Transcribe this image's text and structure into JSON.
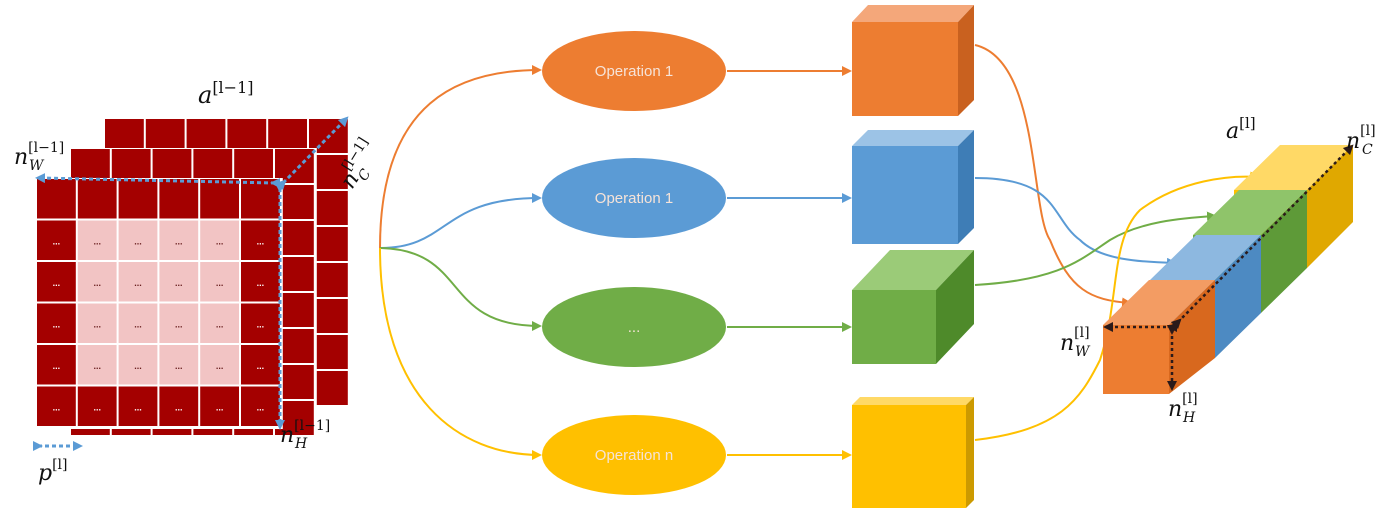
{
  "input": {
    "label_a": "a",
    "label_a_sup": "[l−1]",
    "label_nw": "n",
    "label_nw_sub": "W",
    "label_nw_sup": "[l−1]",
    "label_nh": "n",
    "label_nh_sub": "H",
    "label_nh_sup": "[l−1]",
    "label_nc": "n",
    "label_nc_sub": "C",
    "label_nc_sup": "[l−1]",
    "label_p": "p",
    "label_p_sup": "[l]",
    "cell_text": "..."
  },
  "operations": [
    {
      "label": "Operation 1",
      "color": "#ED7D31"
    },
    {
      "label": "Operation 1",
      "color": "#5B9BD5"
    },
    {
      "label": "...",
      "color": "#70AD47"
    },
    {
      "label": "Operation n",
      "color": "#FFC000"
    }
  ],
  "output": {
    "label_a": "a",
    "label_a_sup": "[l]",
    "label_nw": "n",
    "label_nw_sub": "W",
    "label_nw_sup": "[l]",
    "label_nh": "n",
    "label_nh_sub": "H",
    "label_nh_sup": "[l]",
    "label_nc": "n",
    "label_nc_sub": "C",
    "label_nc_sup": "[l]"
  },
  "colors": {
    "orange": "#ED7D31",
    "blue": "#5B9BD5",
    "green": "#70AD47",
    "yellow": "#FFC000",
    "dark_red": "#A40000",
    "light_pink": "#F2C4C4",
    "arrow_blue": "#5B9BD5"
  }
}
